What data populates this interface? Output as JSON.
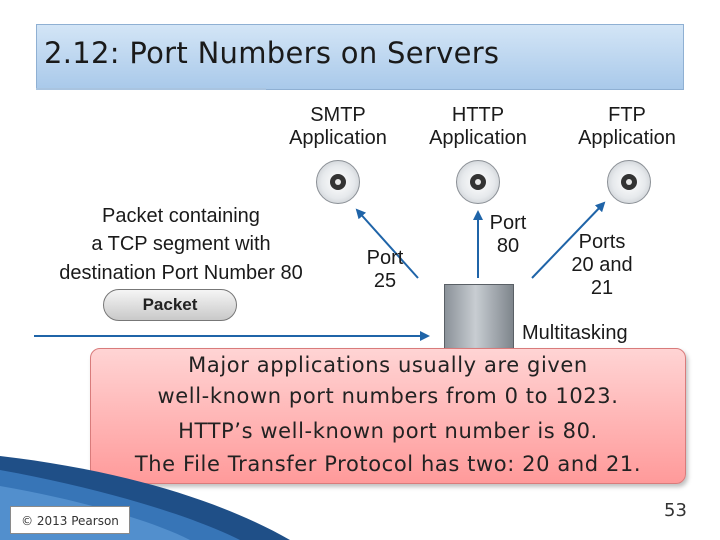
{
  "title": "2.12: Port Numbers on Servers",
  "apps": {
    "smtp": {
      "line1": "SMTP",
      "line2": "Application"
    },
    "http": {
      "line1": "HTTP",
      "line2": "Application"
    },
    "ftp": {
      "line1": "FTP",
      "line2": "Application"
    }
  },
  "packet_desc": {
    "line1": "Packet containing",
    "line2": "a TCP segment with",
    "line3": "destination Port Number 80"
  },
  "packet_label": "Packet",
  "ports": {
    "smtp": {
      "line1": "Port",
      "line2": "25"
    },
    "http": {
      "line1": "Port",
      "line2": "80"
    },
    "ftp": {
      "line1": "Ports",
      "line2": "20 and",
      "line3": "21"
    }
  },
  "server_label": "Multitasking",
  "callout": {
    "line1": "Major applications usually are given",
    "line2": "well-known port numbers from 0 to 1023.",
    "line3": "HTTP’s well-known port number is 80.",
    "line4": "The File Transfer Protocol has two: 20 and 21."
  },
  "footer": "© 2013 Pearson",
  "page_number": "53",
  "colors": {
    "arrow": "#1f64a8",
    "callout": "#ff9a9a",
    "title_bar": "#b9d4ef"
  }
}
